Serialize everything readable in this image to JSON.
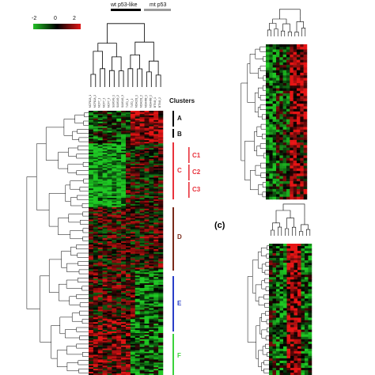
{
  "colorScale": {
    "labels": [
      "-2",
      "0",
      "2"
    ],
    "colors": {
      "low": "#22c026",
      "mid": "#000000",
      "high": "#e01818"
    }
  },
  "legend": {
    "wt_label": "wt p53-like",
    "mt_label": "mt p53",
    "wt_color": "#000000",
    "mt_color": "#9a9a9a"
  },
  "clusters": {
    "title": "Clusters",
    "items": [
      {
        "label": "A",
        "color": "#000000"
      },
      {
        "label": "B",
        "color": "#000000"
      },
      {
        "label": "C",
        "color": "#e8323c"
      },
      {
        "label": "C1",
        "color": "#e8323c"
      },
      {
        "label": "C2",
        "color": "#e8323c"
      },
      {
        "label": "C3",
        "color": "#e8323c"
      },
      {
        "label": "D",
        "color": "#7a2a1a"
      },
      {
        "label": "E",
        "color": "#2a3fc8"
      },
      {
        "label": "F",
        "color": "#3bd23b"
      }
    ]
  },
  "panelC": {
    "label": "(c)"
  },
  "columns": [
    "MCF10A_1",
    "MCF10A_2",
    "MCF7_1",
    "MCF7_2",
    "MCF7_3",
    "SUM149_1",
    "SUM149_2",
    "SUM149_3",
    "T47D_1",
    "T47D_2",
    "MDA231_1",
    "MDA231_2",
    "MDA468_1",
    "MDA468_2",
    "BT549_1",
    "BT549_2"
  ]
}
